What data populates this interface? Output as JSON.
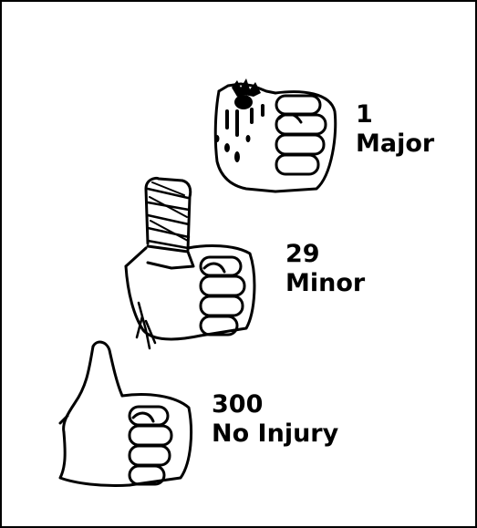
{
  "tiers": [
    {
      "count": "1",
      "label": "Major",
      "icon": "bleeding-fist-icon"
    },
    {
      "count": "29",
      "label": "Minor",
      "icon": "bandaged-thumb-icon"
    },
    {
      "count": "300",
      "label": "No Injury",
      "icon": "thumbs-up-icon"
    }
  ],
  "colors": {
    "ink": "#000000",
    "background": "#ffffff"
  }
}
